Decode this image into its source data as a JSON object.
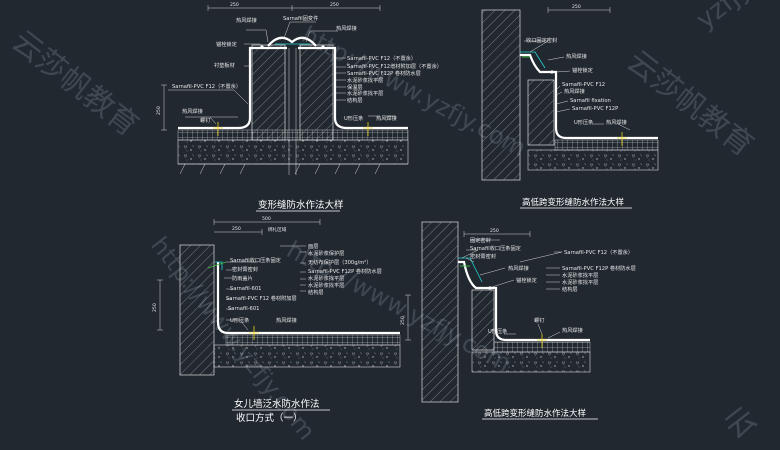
{
  "watermarks": {
    "url_top": "http://www.yzfjy.com",
    "url_bottom": "http://www.yzfjy.com",
    "url_left": "http://www.yzfjy.com",
    "brand_left": "云莎帆教育",
    "brand_right": "云莎帆教育",
    "corner_tr": "yzfjy",
    "corner_br": "云"
  },
  "d1": {
    "title": "变形缝防水作法大样",
    "dim_top_left": "250",
    "dim_top_right": "250",
    "dim_side": "250",
    "labels": {
      "cap": "Sarnafil固变件",
      "wind1": "热风焊接",
      "wind2": "热风焊接",
      "anchor": "锚栓锁定",
      "plate": "衬垫板材",
      "pvc_left": "Sarnafil-PVC F12（不置余）",
      "wind3": "热风焊接",
      "screw": "螺钉",
      "u_press": "U形压条",
      "wind4": "热风焊接",
      "r1": "Sarnafil-PVC F12（不置余）",
      "r2": "Sarnafil-PVC F12增材附加层（不置余）",
      "r3": "Sarnafil-PVC F12P 卷材防水层",
      "r4": "水泥砂浆找平层",
      "r5": "保温层",
      "r6": "水泥砂浆找平层",
      "r7": "结构层"
    }
  },
  "d2": {
    "title": "高低跨变形缝防水作法大样",
    "dim_top": "250",
    "labels": {
      "l1": "收口固定密封",
      "l2": "热风焊接",
      "l3": "锚栓锁定",
      "l4": "Sarnafil-PVC F12",
      "l5": "热风焊接",
      "l6": "Sarnafil fixation",
      "l7": "Sarnafil-PVC F12P",
      "l8": "U形压条",
      "l9": "热风焊接"
    }
  },
  "d3": {
    "title": "女儿墙泛水防水作法",
    "subtitle": "收口方式（一）",
    "dim_top": "500",
    "dim_mid": "250",
    "dim_side": "250",
    "dim_zone": "绑扎区域",
    "labels": {
      "l1": "Sarnafil收口压条固定",
      "l2": "密封膏密封",
      "l3": "防雨盖片",
      "l4": "Sarnafil-601",
      "l5": "Sarnafil-PVC F12 卷材附加层",
      "l6": "Sarnafil-601",
      "l7": "U形压条",
      "l8": "热风焊接",
      "r1": "面层",
      "r2": "水泥砂浆保护层",
      "r3": "无纺布保护层（300g/m²）",
      "r4": "Sarnafil-PVC F12P 卷材防水层",
      "r5": "水泥砂浆找平层",
      "r6": "水泥砂浆找平层",
      "r7": "结构层"
    }
  },
  "d4": {
    "title": "高低跨变形缝防水作法大样",
    "dim_top": "250",
    "dim_side": "250",
    "labels": {
      "l1": "固定密封",
      "l2": "Sarnafil收口压条固定",
      "l3": "密封膏密封",
      "l4": "热风焊接",
      "l5": "锚栓锁定",
      "l6": "螺钉",
      "l7": "U形压条",
      "l8": "热风焊接",
      "r1": "Sarnafil-PVC F12（不置余）",
      "r2": "Sarnafil-PVC F12P 卷材防水层",
      "r3": "水泥砂浆找平层",
      "r4": "水泥砂浆找平层",
      "r5": "结构层"
    }
  }
}
